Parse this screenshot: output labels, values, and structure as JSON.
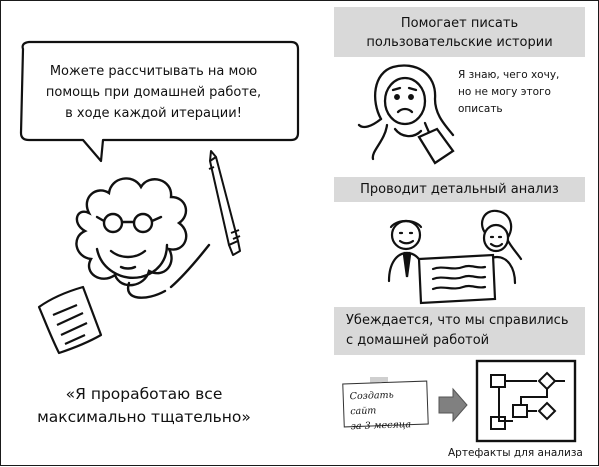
{
  "bubble": {
    "line1": "Можете рассчитывать на мою",
    "line2": "помощь при домашней работе,",
    "line3": "в ходе каждой итерации!"
  },
  "quote": {
    "line1": "«Я проработаю все",
    "line2": "максимально тщательно»"
  },
  "headers": {
    "writes_stories": {
      "line1": "Помогает писать",
      "line2": "пользовательские истории"
    },
    "detailed_analysis": "Проводит детальный анализ",
    "makes_sure": {
      "line1": "Убеждается, что мы справились",
      "line2": "с домашней работой"
    }
  },
  "customer_note": {
    "line1": "Я знаю, чего хочу,",
    "line2": "но не могу этого",
    "line3": "описать"
  },
  "sticky_note": {
    "line1": "Создать сайт",
    "line2": "за 3 месяца"
  },
  "artifacts_label": "Артефакты для анализа",
  "colors": {
    "header_bg": "#d9d9d9",
    "ink": "#111111",
    "arrow": "#808080"
  },
  "icons": [
    "analyst-character-icon",
    "pencil-icon",
    "document-icon",
    "customer-woman-icon",
    "meeting-people-icon",
    "sticky-note-icon",
    "arrow-right-icon",
    "flowchart-icon"
  ]
}
